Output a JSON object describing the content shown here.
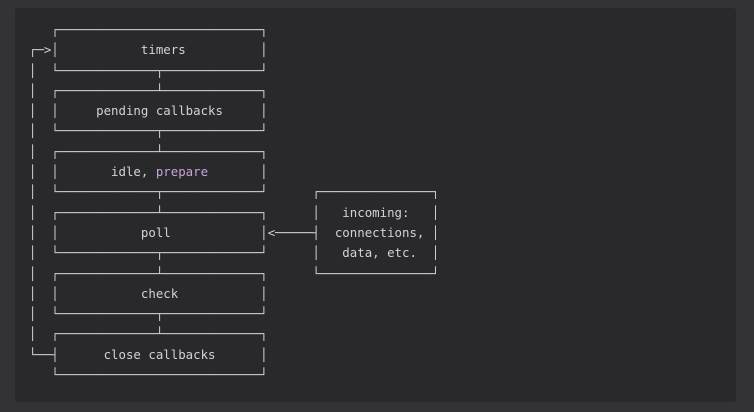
{
  "colors": {
    "page_bg": "#333336",
    "block_bg": "#29292c",
    "line": "#d2d2d2",
    "highlight": "#c7a4d8"
  },
  "diagram": {
    "kind": "ascii-flowchart",
    "phases": [
      "timers",
      "pending callbacks",
      "idle, prepare",
      "poll",
      "check",
      "close callbacks"
    ],
    "side_box_lines": [
      "incoming:",
      "connections,",
      "data, etc."
    ],
    "lines": [
      [
        {
          "t": "   ┌───────────────────────────┐"
        }
      ],
      [
        {
          "t": "┌─>│           timers          │"
        }
      ],
      [
        {
          "t": "│  └─────────────┬─────────────┘"
        }
      ],
      [
        {
          "t": "│  ┌─────────────┴─────────────┐"
        }
      ],
      [
        {
          "t": "│  │     pending callbacks     │"
        }
      ],
      [
        {
          "t": "│  └─────────────┬─────────────┘"
        }
      ],
      [
        {
          "t": "│  ┌─────────────┴─────────────┐"
        }
      ],
      [
        {
          "t": "│  │       idle, "
        },
        {
          "t": "prepare",
          "c": "highlight"
        },
        {
          "t": "       │"
        }
      ],
      [
        {
          "t": "│  └─────────────┬─────────────┘      ┌───────────────┐"
        }
      ],
      [
        {
          "t": "│  ┌─────────────┴─────────────┐      │   incoming:   │"
        }
      ],
      [
        {
          "t": "│  │           poll            │<─────┤  connections, │"
        }
      ],
      [
        {
          "t": "│  └─────────────┬─────────────┘      │   data, etc.  │"
        }
      ],
      [
        {
          "t": "│  ┌─────────────┴─────────────┐      └───────────────┘"
        }
      ],
      [
        {
          "t": "│  │           check           │"
        }
      ],
      [
        {
          "t": "│  └─────────────┬─────────────┘"
        }
      ],
      [
        {
          "t": "│  ┌─────────────┴─────────────┐"
        }
      ],
      [
        {
          "t": "└──┤      close callbacks      │"
        }
      ],
      [
        {
          "t": "   └───────────────────────────┘"
        }
      ]
    ]
  }
}
